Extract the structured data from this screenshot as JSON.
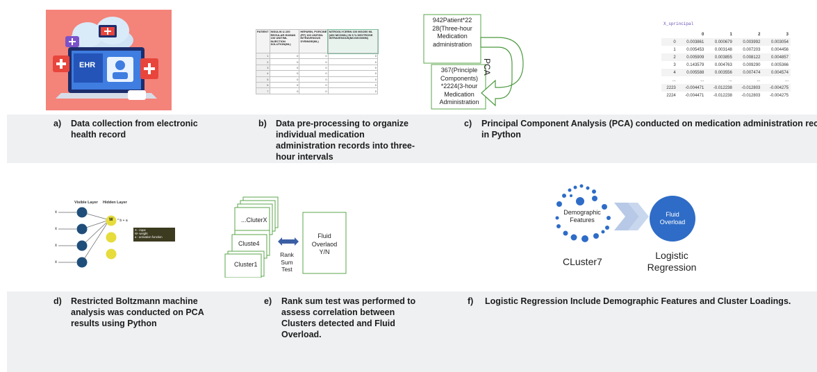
{
  "captions": [
    {
      "label": "a)",
      "text": [
        "Data collection from electronic",
        "health record"
      ]
    },
    {
      "label": "b)",
      "text": [
        "Data pre-processing to organize",
        "individual medication",
        "administration records into three-",
        "hour intervals"
      ]
    },
    {
      "label": "c)",
      "text": [
        "Principal Component Analysis (PCA) conducted on medication administration records",
        "in Python"
      ]
    },
    {
      "label": "d)",
      "text": [
        "Restricted Boltzmann machine",
        "analysis was conducted on PCA",
        "results using Python"
      ]
    },
    {
      "label": "e)",
      "text": [
        "Rank sum test was performed to",
        "assess correlation between",
        "Clusters detected and Fluid",
        "Overload."
      ]
    },
    {
      "label": "f)",
      "text": [
        "Logistic Regression Include Demographic Features and Cluster Loadings."
      ]
    }
  ],
  "panel_a": {
    "screen_label": "EHR"
  },
  "panel_b": {
    "headers": [
      "PATIENT",
      "INSULIN U-100 REGULAR HUMAN 100 UNIT/ML INJECTION SOLUTION(ML)",
      "HEPARIN, PORCINE (PF) 100 UNIT/ML INTRAVENOUS SYRINGE(ML)",
      "NITROGLYCERIN 100 MG/250 ML (400 MCG/ML) IN 5 % DEXTROSE INTRAVENOUS(MCG/KG/MIN)"
    ],
    "rows": [
      [
        "1",
        "0",
        "0",
        "0"
      ],
      [
        "2",
        "0",
        "0",
        "0"
      ],
      [
        "3",
        "0",
        "0",
        "0"
      ],
      [
        "4",
        "0",
        "0",
        "0"
      ],
      [
        "5",
        "0",
        "0",
        "0"
      ],
      [
        "6",
        "0",
        "0",
        "0"
      ],
      [
        "7",
        "0",
        "0",
        "0"
      ]
    ]
  },
  "panel_c": {
    "box_top": [
      "942Patient*22",
      "28(Three-hour",
      "Medication",
      "administration"
    ],
    "arrow_label": "PCA",
    "box_bottom": [
      "367(Principle",
      "Components)",
      "*2224(3-hour",
      "Medication",
      "Administration"
    ],
    "var_name": "X_sprincipal",
    "columns": [
      "",
      "0",
      "1",
      "2",
      "3"
    ],
    "rows": [
      [
        "0",
        "0.003861",
        "0.000679",
        "0.003992",
        "0.003054"
      ],
      [
        "1",
        "0.005453",
        "0.003148",
        "0.007203",
        "0.004456"
      ],
      [
        "2",
        "0.005909",
        "0.003855",
        "0.008122",
        "0.004857"
      ],
      [
        "3",
        "0.143579",
        "0.004763",
        "0.009290",
        "0.005366"
      ],
      [
        "4",
        "0.005588",
        "0.003556",
        "0.007474",
        "0.004574"
      ],
      [
        "...",
        "...",
        "...",
        "...",
        "..."
      ],
      [
        "2223",
        "-0.004471",
        "-0.012238",
        "-0.012803",
        "-0.004275"
      ],
      [
        "2224",
        "-0.004471",
        "-0.012238",
        "-0.012803",
        "-0.004275"
      ]
    ]
  },
  "panel_d": {
    "visible_layer": "Visible Layer",
    "hidden_layer": "Hidden Layer",
    "input_marks": [
      "x",
      "x",
      "x",
      "x"
    ],
    "weight_node": "W",
    "formula": "* b + a",
    "legend": [
      "X - input",
      "W- weight",
      "a - activation function"
    ]
  },
  "panel_e": {
    "stack_top": "...CluterX",
    "stack_mid": "Cluste4",
    "stack_bottom": "Cluster1",
    "test_label": [
      "Rank",
      "Sum",
      "Test"
    ],
    "outcome": [
      "Fluid",
      "Overlaod",
      "Y/N"
    ]
  },
  "panel_f": {
    "features": [
      "Demographic",
      "Features"
    ],
    "outcome": [
      "Fluid",
      "Overload"
    ],
    "cluster_label": "CLuster7",
    "model_label": [
      "Logistic",
      "Regression"
    ]
  }
}
